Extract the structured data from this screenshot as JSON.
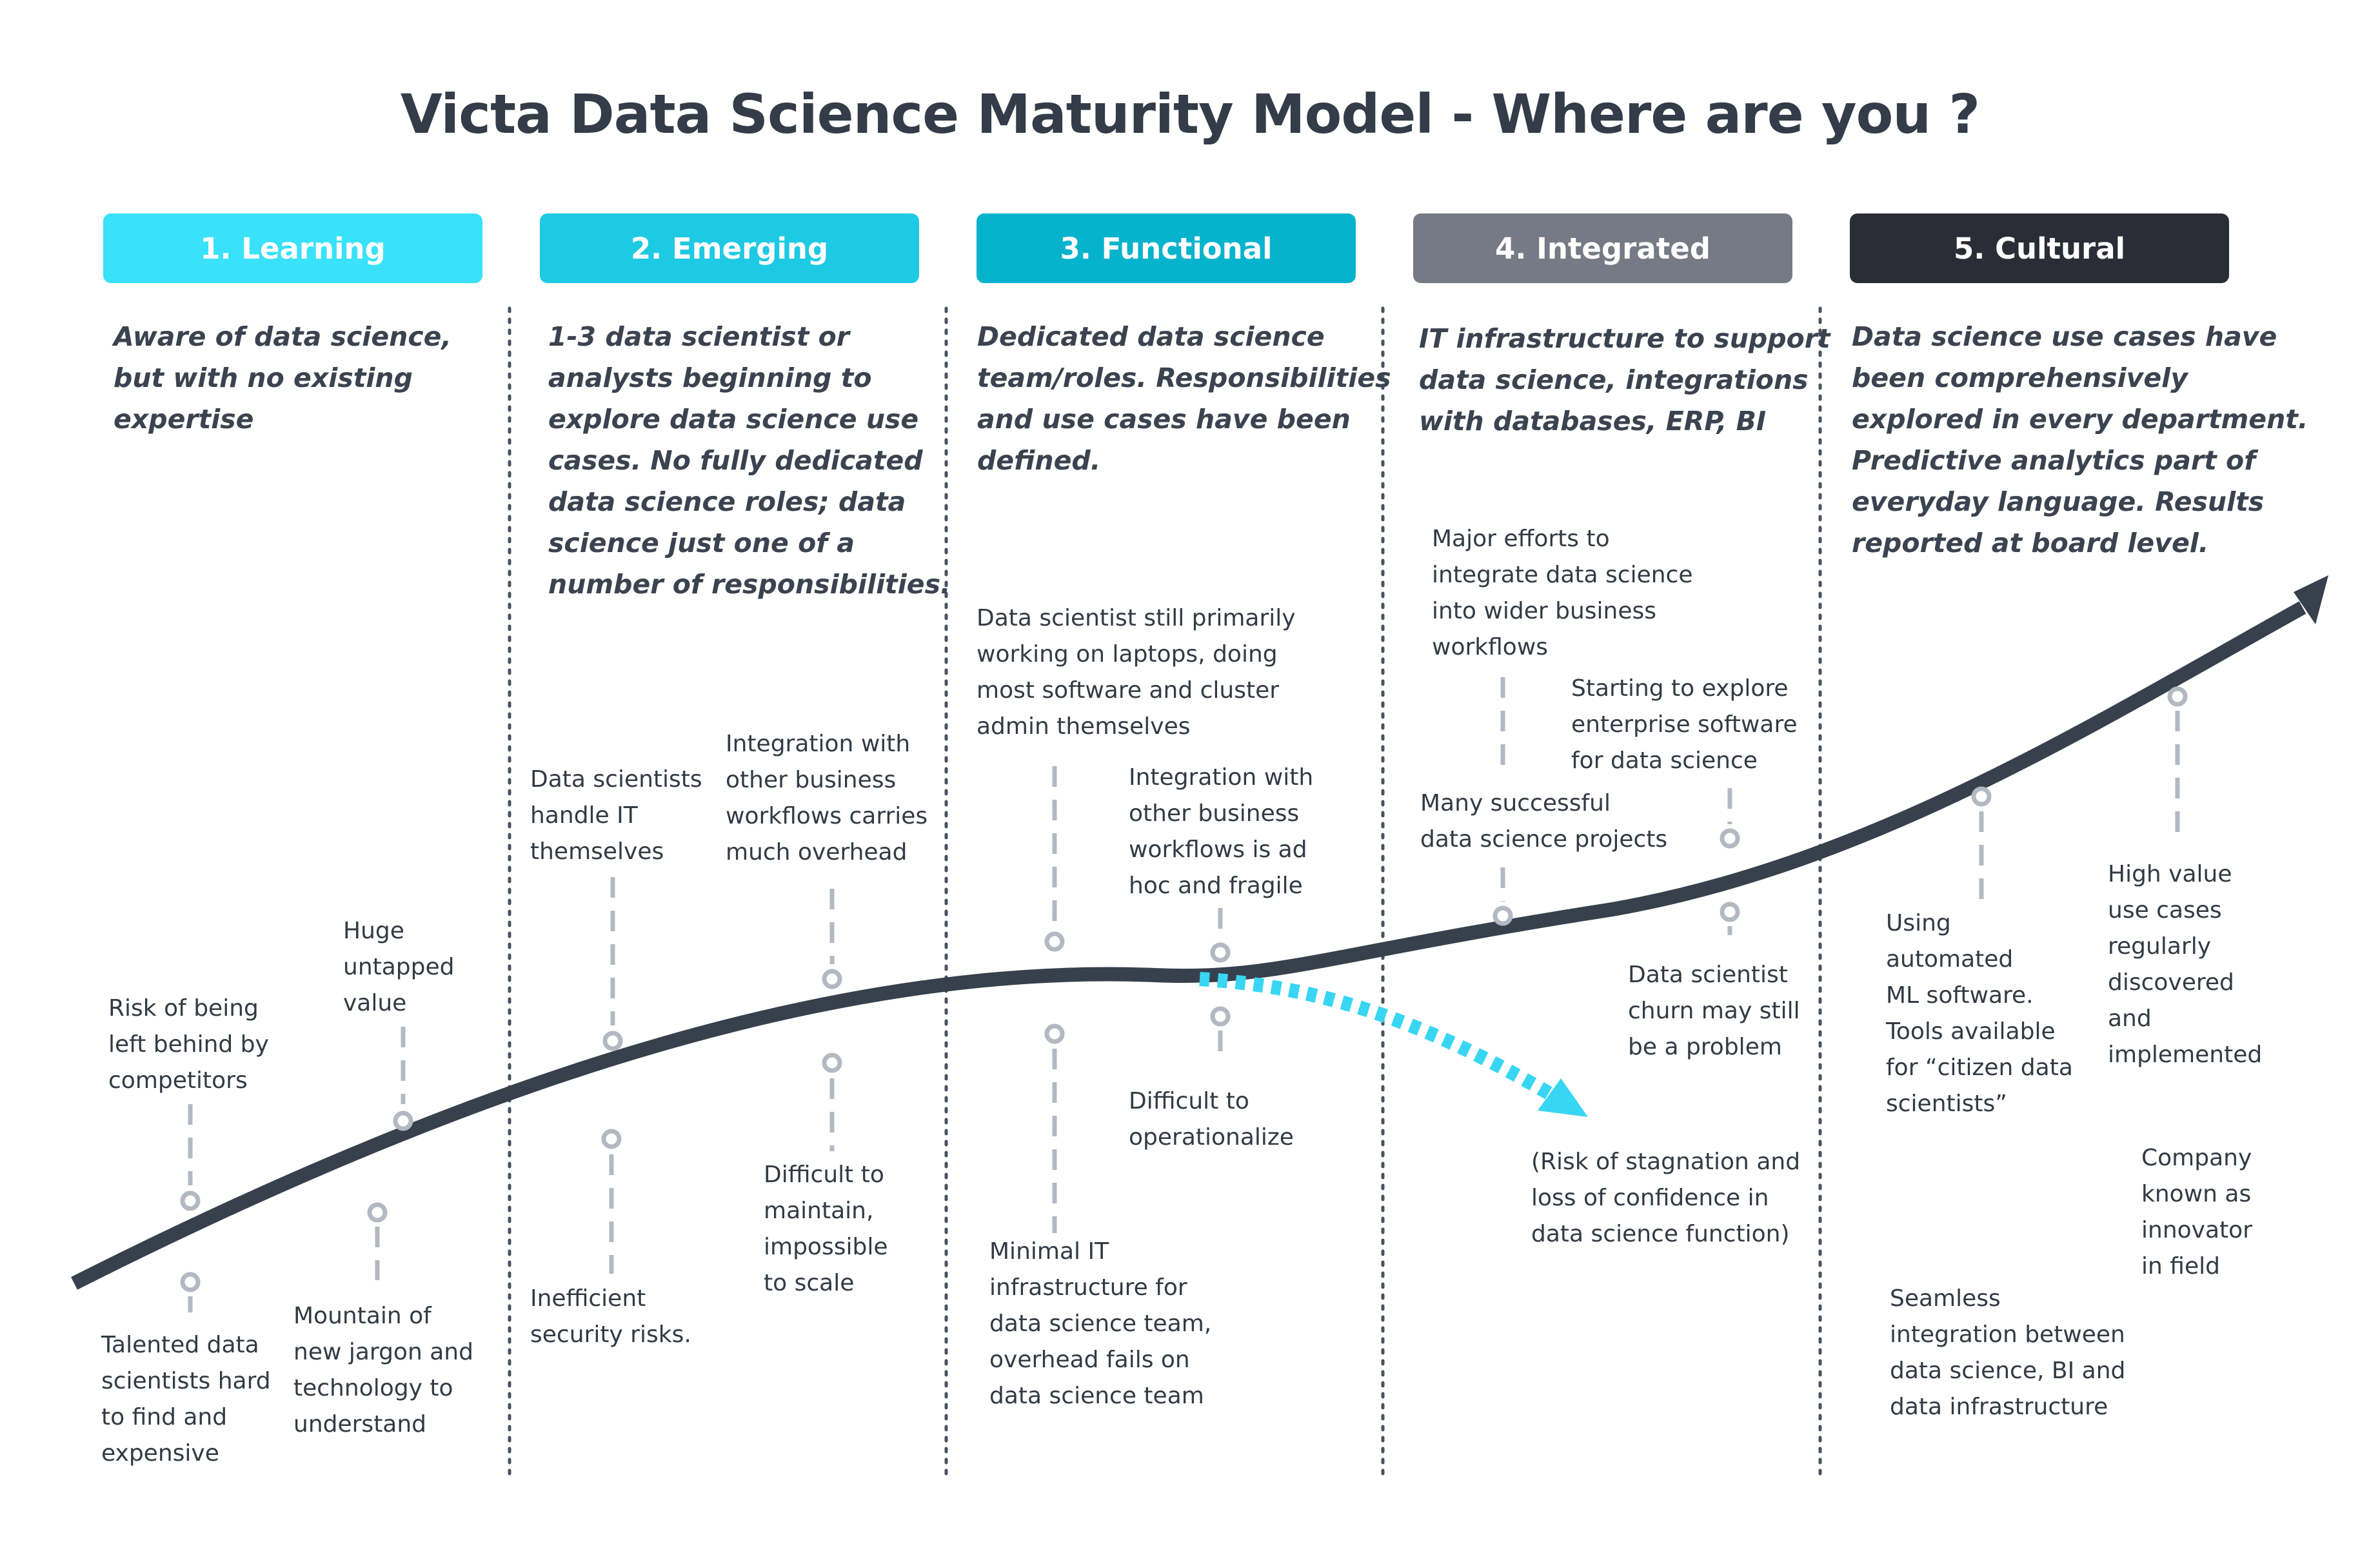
{
  "title": "Victa Data Science Maturity Model - Where are you ?",
  "colors": {
    "learning": "#39e1f9",
    "emerging": "#1ec9e3",
    "functional": "#06b3cd",
    "integrated": "#767a84",
    "cultural": "#2a2d35",
    "curve": "#37404d",
    "stagnation": "#38d6f3",
    "connector": "#b4b8c2"
  },
  "stages": [
    {
      "label": "1. Learning",
      "description": [
        "Aware of data science,",
        "but with no existing",
        "expertise"
      ]
    },
    {
      "label": "2. Emerging",
      "description": [
        "1-3 data scientist or",
        "analysts beginning to",
        "explore data science use",
        "cases. No fully dedicated",
        "data science roles; data",
        "science just one of a",
        "number of responsibilities."
      ]
    },
    {
      "label": "3. Functional",
      "description": [
        "Dedicated data science",
        "team/roles. Responsibilities",
        "and use cases have been",
        "defined."
      ]
    },
    {
      "label": "4. Integrated",
      "description": [
        "IT infrastructure to support",
        "data science, integrations",
        "with databases, ERP, BI"
      ]
    },
    {
      "label": "5. Cultural",
      "description": [
        "Data science use cases have",
        "been comprehensively",
        "explored in every department.",
        "Predictive analytics part of",
        "everyday language. Results",
        "reported at board level."
      ]
    }
  ],
  "notes": {
    "n01": [
      "Risk of being",
      "left behind by",
      "competitors"
    ],
    "n02": [
      "Huge",
      "untapped",
      "value"
    ],
    "n03": [
      "Talented data",
      "scientists hard",
      "to find and",
      "expensive"
    ],
    "n04": [
      "Mountain of",
      "new jargon and",
      "technology to",
      "understand"
    ],
    "n05": [
      "Data scientists",
      "handle IT",
      "themselves"
    ],
    "n06": [
      "Integration with",
      "other business",
      "workflows carries",
      "much overhead"
    ],
    "n07": [
      "Inefficient",
      "security risks."
    ],
    "n08": [
      "Difficult to",
      "maintain,",
      "impossible",
      "to scale"
    ],
    "n09": [
      "Data scientist still primarily",
      "working on laptops, doing",
      "most software and cluster",
      "admin themselves"
    ],
    "n10": [
      "Integration with",
      "other business",
      "workflows is ad",
      "hoc and fragile"
    ],
    "n11": [
      "Difficult to",
      "operationalize"
    ],
    "n12": [
      "Minimal IT",
      "infrastructure for",
      "data science team,",
      "overhead fails on",
      "data science team"
    ],
    "n13": [
      "Major efforts to",
      "integrate data science",
      "into wider business",
      "workflows"
    ],
    "n14": [
      "Starting to explore",
      "enterprise software",
      "for data science"
    ],
    "n15": [
      "Many successful",
      "data science projects"
    ],
    "n16": [
      "Data scientist",
      "churn may still",
      "be a problem"
    ],
    "n17": [
      "(Risk of stagnation and",
      "loss of confidence in",
      "data science function)"
    ],
    "n18": [
      "Using",
      "automated",
      "ML software.",
      "Tools available",
      "for “citizen data",
      "scientists”"
    ],
    "n19": [
      "High value",
      "use cases",
      "regularly",
      "discovered",
      "and",
      "implemented"
    ],
    "n20": [
      "Company",
      "known as",
      "innovator",
      "in field"
    ],
    "n21": [
      "Seamless",
      "integration between",
      "data science, BI and",
      "data infrastructure"
    ]
  }
}
